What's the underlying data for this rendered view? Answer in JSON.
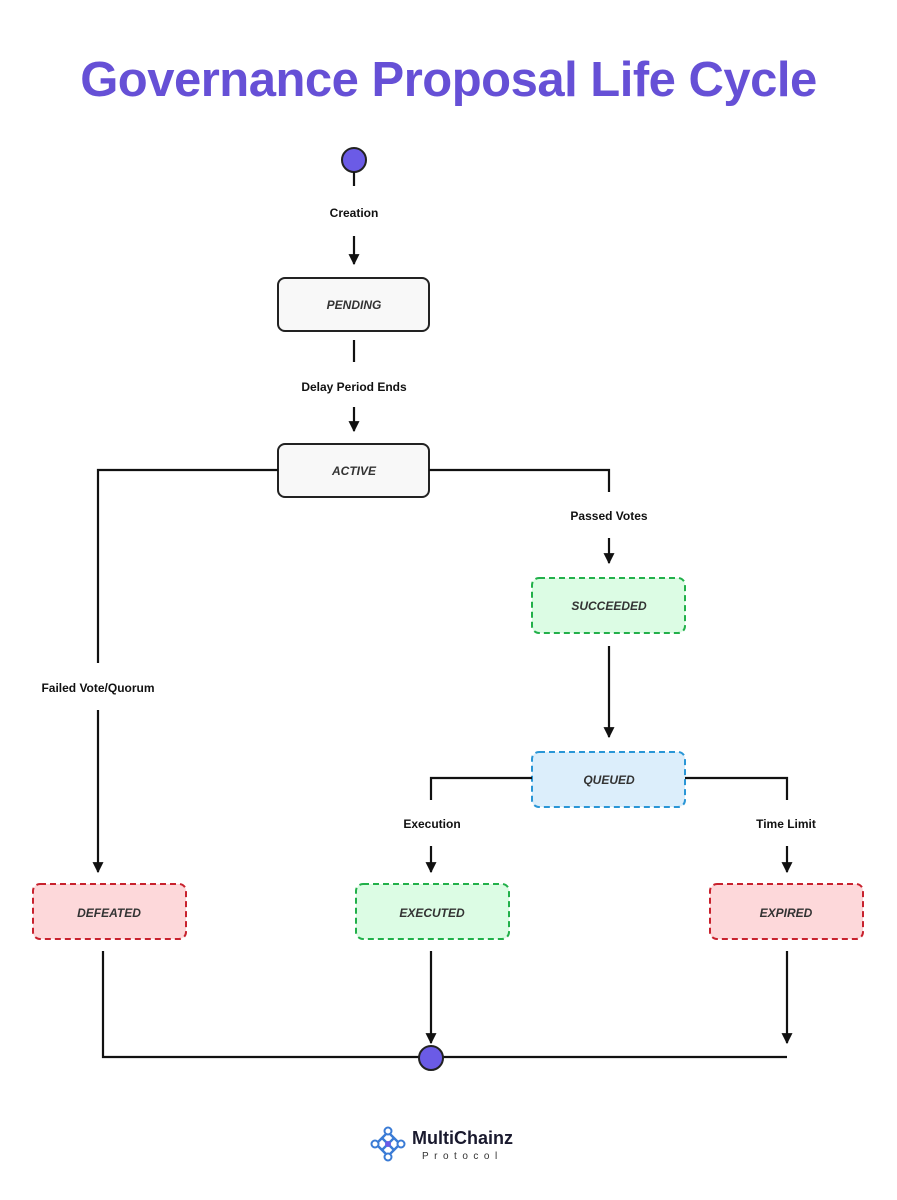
{
  "title": "Governance Proposal Life Cycle",
  "states": {
    "pending": "PENDING",
    "active": "ACTIVE",
    "succeeded": "SUCCEEDED",
    "queued": "QUEUED",
    "defeated": "DEFEATED",
    "executed": "EXECUTED",
    "expired": "EXPIRED"
  },
  "transitions": {
    "creation": "Creation",
    "delay_period_ends": "Delay Period Ends",
    "passed_votes": "Passed Votes",
    "failed_vote_quorum": "Failed Vote/Quorum",
    "execution": "Execution",
    "time_limit": "Time Limit"
  },
  "colors": {
    "accent": "#6650d6",
    "node_dot": "#6b5be6",
    "neutral_fill": "#f8f8f8",
    "success_fill": "#dcfce4",
    "success_border": "#22b04a",
    "info_fill": "#dceefb",
    "info_border": "#2a96d6",
    "danger_fill": "#fdd8da",
    "danger_border": "#c8222e"
  },
  "brand": {
    "name": "MultiChainz",
    "subtitle": "Protocol",
    "icon": "network-nodes-icon"
  }
}
